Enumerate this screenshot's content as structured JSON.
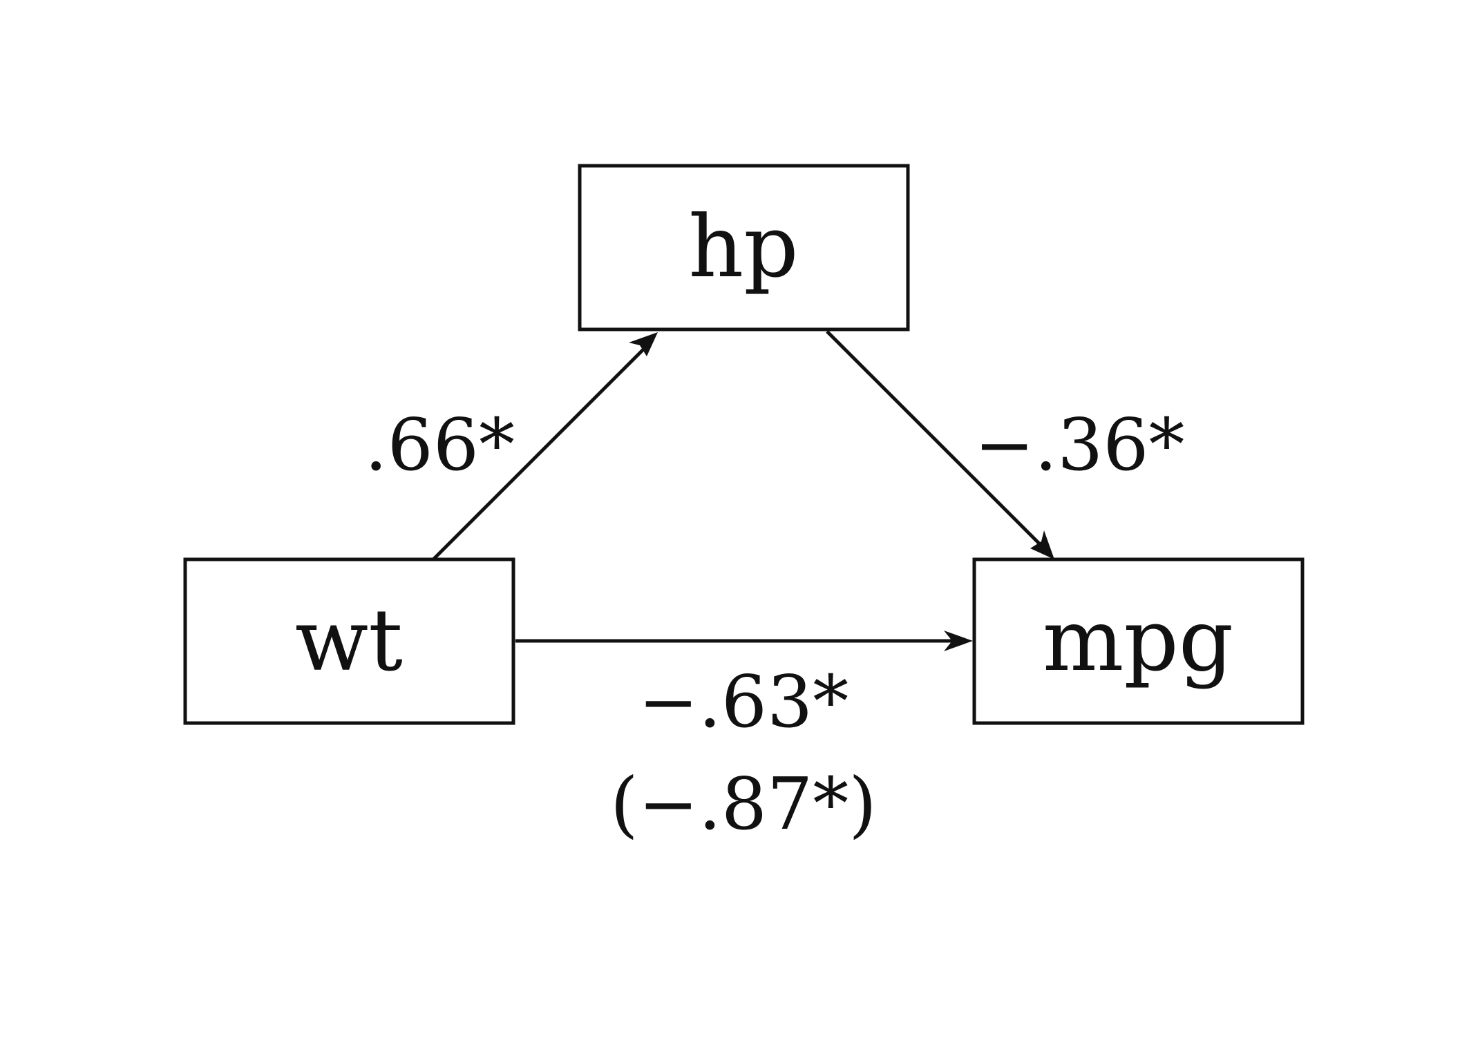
{
  "nodes": {
    "hp": {
      "label": "hp"
    },
    "wt": {
      "label": "wt"
    },
    "mpg": {
      "label": "mpg"
    }
  },
  "edges": {
    "wt_to_hp": {
      "from": "wt",
      "to": "hp",
      "label": ".66*"
    },
    "hp_to_mpg": {
      "from": "hp",
      "to": "mpg",
      "label": "−.36*"
    },
    "wt_to_mpg": {
      "from": "wt",
      "to": "mpg",
      "label": "−.63*",
      "sublabel": "(−.87*)"
    }
  },
  "colors": {
    "stroke": "#111111",
    "background": "#ffffff"
  }
}
